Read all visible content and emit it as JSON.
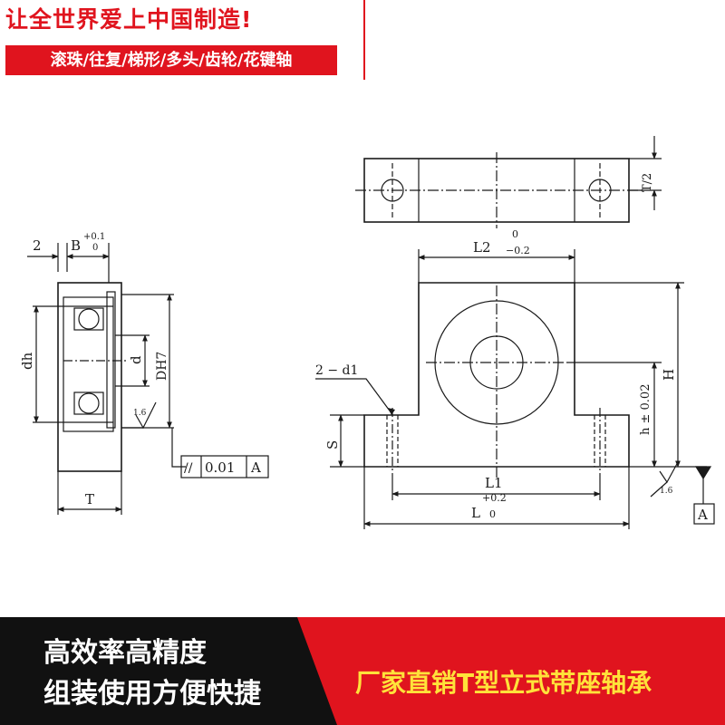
{
  "header": {
    "headline": "让全世界爱上中国制造!",
    "categories": "滚珠/往复/梯形/多头/齿轮/花键轴"
  },
  "diagram": {
    "side_view": {
      "dim_2": "2",
      "dim_B": "B",
      "dim_B_tol_upper": "+0.1",
      "dim_B_tol_lower": "0",
      "dim_dh": "dh",
      "dim_d": "d",
      "dim_DH7": "DH7",
      "dim_T": "T",
      "roughness": "1.6",
      "tolerance_symbol": "//",
      "tolerance_value": "0.01",
      "datum": "A"
    },
    "top_view": {
      "dim_T2": "T/2"
    },
    "front_view": {
      "dim_L2": "L2",
      "dim_L2_tol_upper": "0",
      "dim_L2_tol_lower": "−0.2",
      "dim_2d1": "2 − d1",
      "dim_S": "S",
      "dim_L1": "L1",
      "dim_L": "L",
      "dim_L_tol_upper": "+0.2",
      "dim_L_tol_lower": "0",
      "dim_h": "h ± 0.02",
      "dim_H": "H",
      "roughness": "1.6",
      "datum": "A"
    }
  },
  "footer": {
    "feature_line1": "高效率高精度",
    "feature_line2": "组装使用方便快捷",
    "slogan": "厂家直销T型立式带座轴承"
  },
  "colors": {
    "brand_red": "#e0141e",
    "footer_black": "#111111",
    "slogan_yellow": "#ffe23a"
  }
}
